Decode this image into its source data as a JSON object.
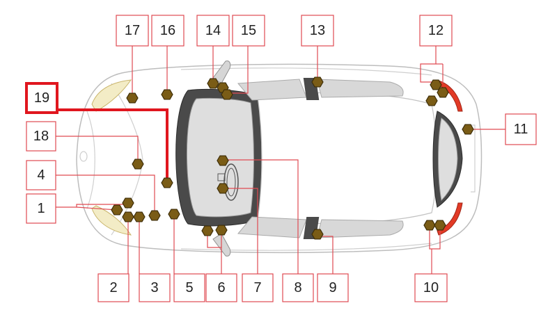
{
  "labels": [
    "1",
    "2",
    "3",
    "4",
    "5",
    "6",
    "7",
    "8",
    "9",
    "10",
    "11",
    "12",
    "13",
    "14",
    "15",
    "16",
    "17",
    "18",
    "19"
  ],
  "highlighted_label": "19",
  "colors": {
    "accent": "#e04a52",
    "highlight": "#e0161e",
    "marker_fill": "#7a5c16",
    "taillight": "#e23a26"
  }
}
